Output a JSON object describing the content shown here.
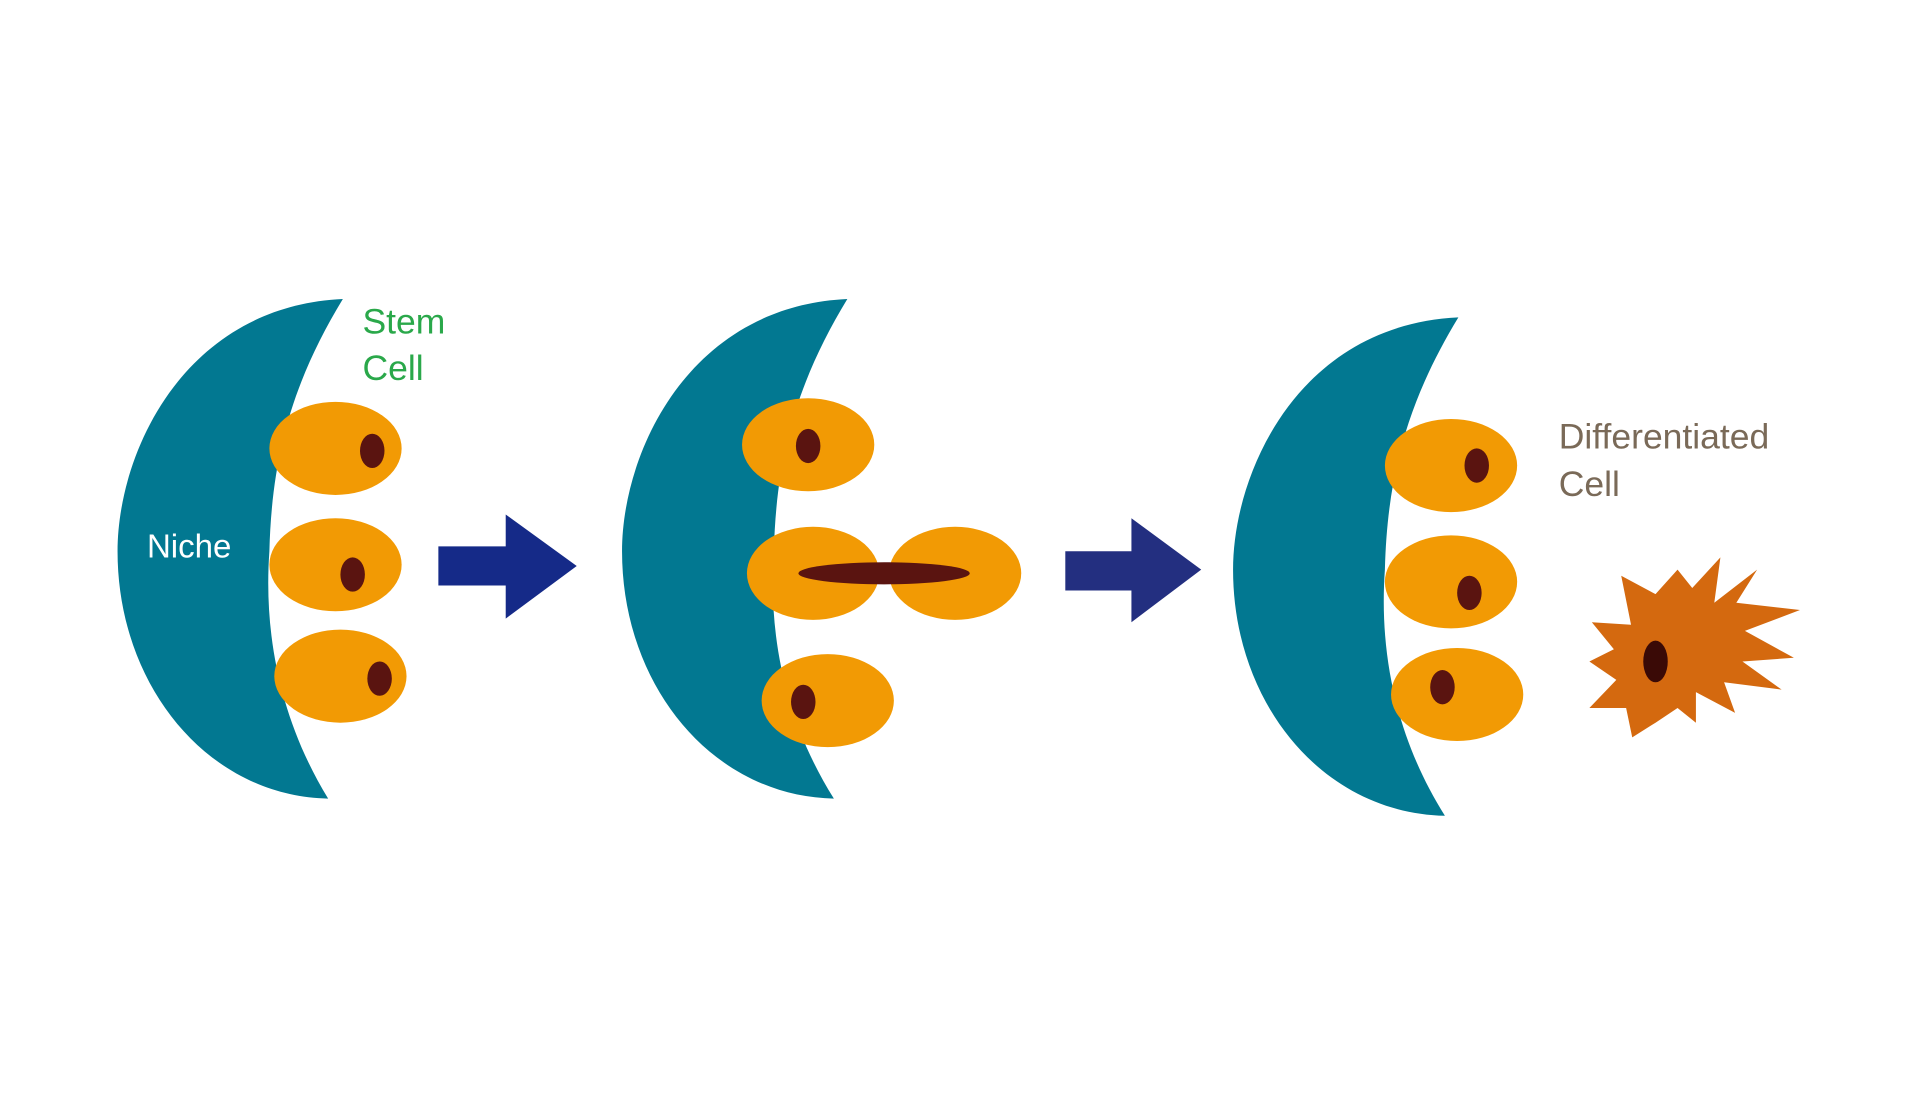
{
  "labels": {
    "niche": "Niche",
    "stem_cell_line1": "Stem",
    "stem_cell_line2": "Cell",
    "diff_cell_line1": "Differentiated",
    "diff_cell_line2": "Cell"
  },
  "colors": {
    "niche": "#027891",
    "cell": "#f29a04",
    "nucleus": "#5a1410",
    "arrow": "#152a88",
    "differentiated": "#d4690f",
    "stem_label": "#2aa84a",
    "diff_label": "#7a6a58"
  }
}
